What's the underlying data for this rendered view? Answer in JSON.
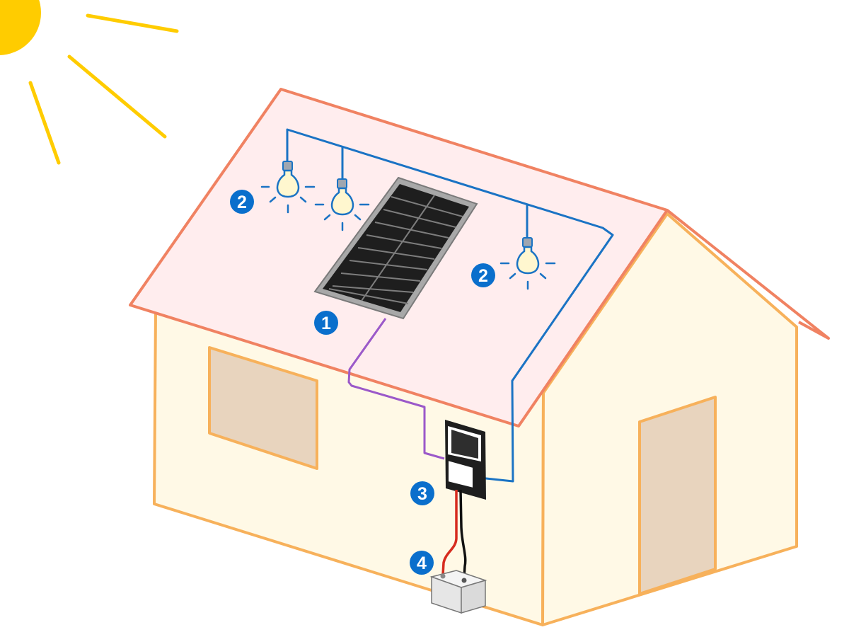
{
  "colors": {
    "sun": "#FFCC00",
    "roof_outline": "#F08262",
    "roof_fill": "#FFEDEE",
    "wall_fill": "#FFF9E6",
    "wall_outline": "#F7B15B",
    "window_fill": "#E8D4BE",
    "lighting_wire": "#1A73C4",
    "panel_wire": "#9B59C9",
    "positive_cable": "#D62B1E",
    "negative_cable": "#111111",
    "badge": "#0A6FCC",
    "panel_frame": "#A8A8A8",
    "panel_cell": "#1E1E1E",
    "bulb_fill": "#FFF7CF",
    "battery": "#EDEDED"
  },
  "icons": {
    "sun": "sun-icon",
    "bulb": "light-bulb-icon",
    "solar_panel": "solar-panel-icon",
    "controller": "charge-controller-icon",
    "battery": "battery-icon"
  },
  "badges": {
    "solar_panel": "1",
    "light_left_a": "2",
    "light_right": "2",
    "charge_controller": "3",
    "battery": "4"
  }
}
